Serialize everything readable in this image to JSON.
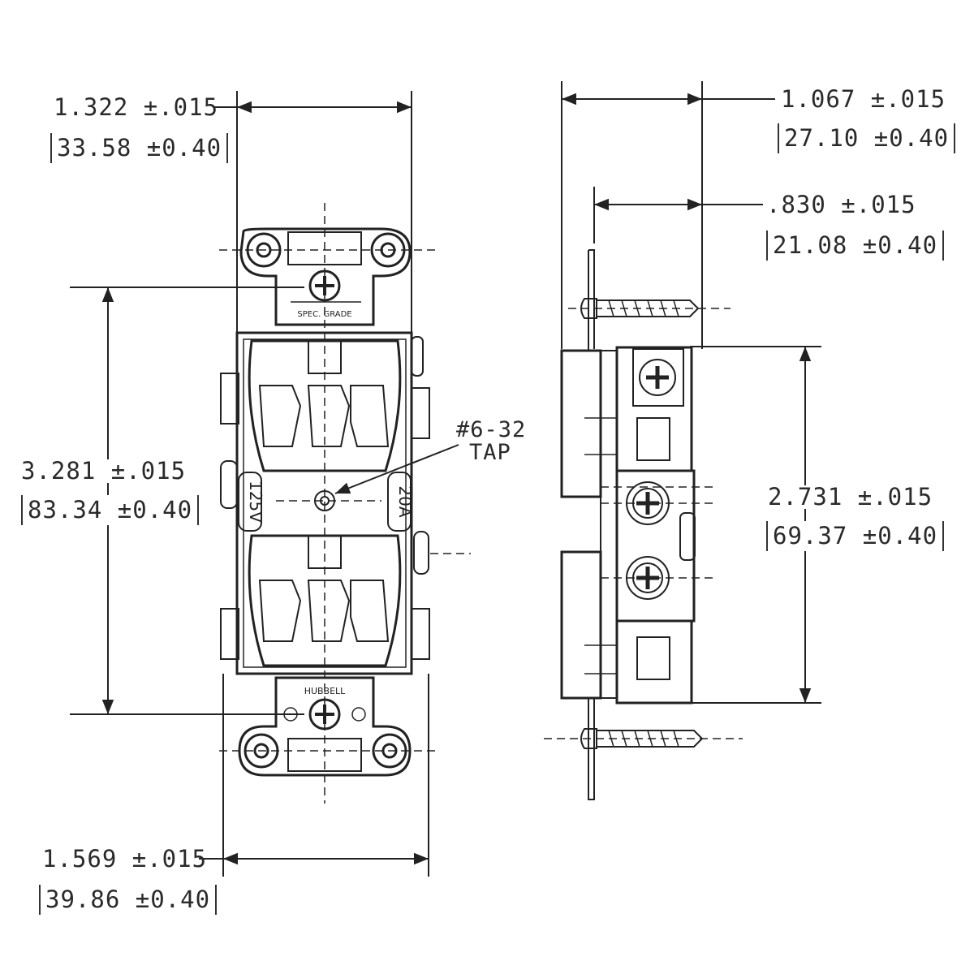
{
  "dimensions": {
    "front_width": {
      "imperial": "1.322 ±.015",
      "metric": "33.58 ±0.40"
    },
    "mounting_height": {
      "imperial": "3.281 ±.015",
      "metric": "83.34 ±0.40"
    },
    "strap_width": {
      "imperial": "1.569 ±.015",
      "metric": "39.86 ±0.40"
    },
    "side_depth_total": {
      "imperial": "1.067 ±.015",
      "metric": "27.10 ±0.40"
    },
    "side_depth_body": {
      "imperial": ".830 ±.015",
      "metric": "21.08 ±0.40"
    },
    "side_height": {
      "imperial": "2.731 ±.015",
      "metric": "69.37 ±0.40"
    }
  },
  "labels": {
    "tap_line1": "#6-32",
    "tap_line2": "TAP",
    "voltage": "125V",
    "amperage": "20A",
    "top_strap_text": "SPEC. GRADE",
    "bottom_strap_text": "HUBBELL"
  }
}
